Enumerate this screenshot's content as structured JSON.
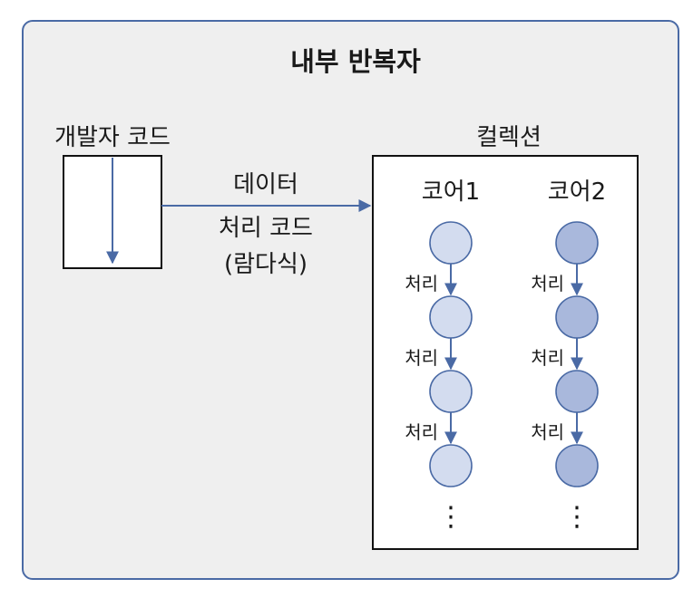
{
  "title": "내부 반복자",
  "developer_code": {
    "label": "개발자 코드"
  },
  "arrow_labels": [
    "데이터",
    "처리 코드",
    "(람다식)"
  ],
  "collection": {
    "label": "컬렉션",
    "cores": [
      {
        "label": "코어1",
        "fill": "#d3dcef",
        "stroke": "#4a6aa5"
      },
      {
        "label": "코어2",
        "fill": "#a9b8dc",
        "stroke": "#4a6aa5"
      }
    ],
    "process_label": "처리",
    "ellipsis": "⋮"
  },
  "colors": {
    "accent": "#4a6aa5",
    "frame_bg": "#efefef"
  }
}
